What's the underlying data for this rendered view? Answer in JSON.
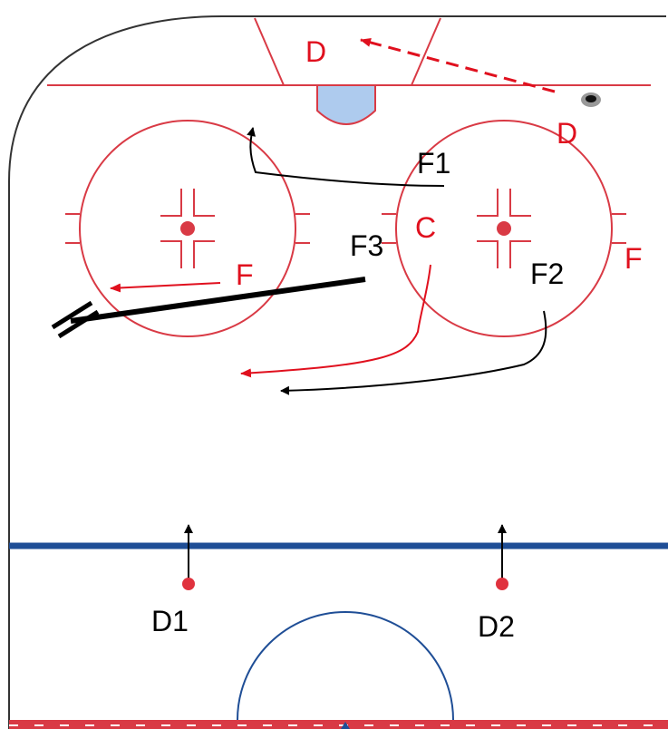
{
  "labels": {
    "red": {
      "d_top": "D",
      "d_right": "D",
      "c": "C",
      "f_left": "F",
      "f_right": "F"
    },
    "black": {
      "f1": "F1",
      "f2": "F2",
      "f3": "F3",
      "d1": "D1",
      "d2": "D2"
    }
  },
  "colors": {
    "rink_line": "#d93a45",
    "blue_line": "#1f4e96",
    "crease": "#aecbee",
    "opponent": "#e0101e",
    "team": "#000000",
    "board": "#333333"
  }
}
